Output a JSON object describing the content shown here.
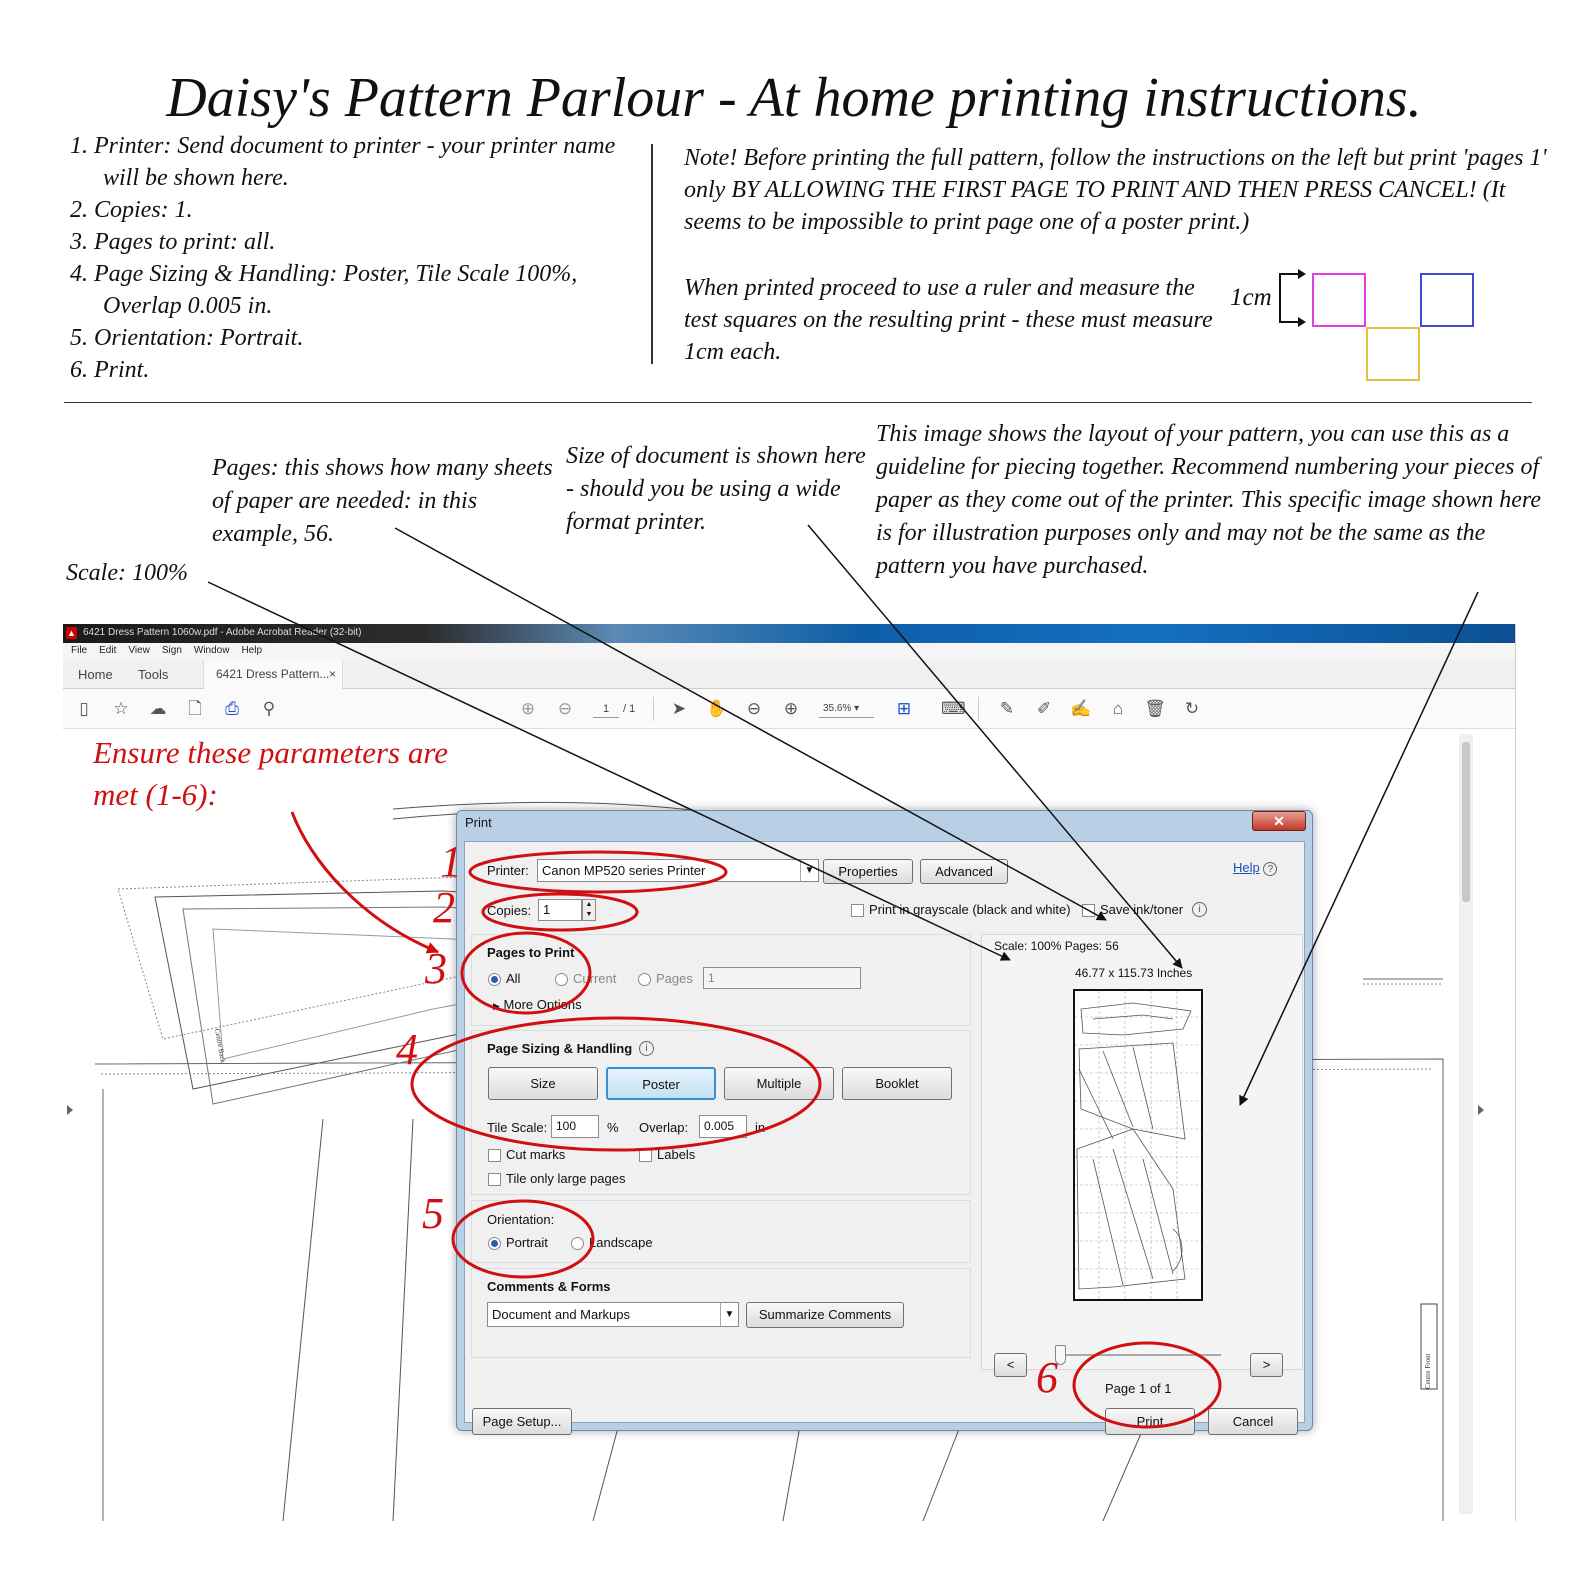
{
  "title": "Daisy's Pattern Parlour - At home printing instructions.",
  "instructions": [
    "1.  Printer: Send document to printer - your printer name will be shown here.",
    "2. Copies: 1.",
    "3. Pages to print: all.",
    "4. Page Sizing & Handling: Poster, Tile Scale 100%, Overlap 0.005 in.",
    "5. Orientation: Portrait.",
    "6. Print."
  ],
  "note": "Note! Before printing the full pattern, follow the instructions on the left but print 'pages 1' only BY ALLOWING THE FIRST PAGE TO PRINT AND THEN PRESS CANCEL!  (It seems to be impossible to print page one of a poster print.)",
  "measure": "When printed proceed to use a ruler and measure the test squares on the resulting print - these must measure 1cm each.",
  "cm_label": "1cm",
  "colors": {
    "square_magenta": "#e040e0",
    "square_blue": "#4848d8",
    "square_yellow": "#e8c040",
    "annotation_red": "#d01010"
  },
  "annotations": {
    "pages": "Pages: this shows how many sheets of paper are needed: in this example, 56.",
    "size": "Size of document is shown here - should you be using a wide format printer.",
    "layout": "This image shows the layout of your pattern, you can use this as a guideline for piecing together.  Recommend numbering your pieces of paper as they come out of the printer.  This specific image shown here is for illustration purposes only and may not be the same as the pattern you have purchased.",
    "scale": "Scale: 100%",
    "ensure": "Ensure these parameters are met (1-6):"
  },
  "app": {
    "window_title": "6421 Dress Pattern 1060w.pdf - Adobe Acrobat Reader (32-bit)",
    "menu": [
      "File",
      "Edit",
      "View",
      "Sign",
      "Window",
      "Help"
    ],
    "tabs": {
      "home": "Home",
      "tools": "Tools",
      "doc": "6421 Dress Pattern...",
      "close": "×"
    },
    "page_current": "1",
    "page_total": "/ 1",
    "zoom": "35.6%",
    "icons": [
      "save-icon",
      "star-icon",
      "upload-icon",
      "document-icon",
      "printer-icon",
      "zoom-icon",
      "page-up-icon",
      "page-down-icon",
      "pointer-icon",
      "hand-icon",
      "zoom-out-icon",
      "zoom-in-icon",
      "fit-page-icon",
      "keyboard-icon",
      "comment-icon",
      "pen-icon",
      "sign-icon",
      "stamp-icon",
      "trash-icon",
      "rotate-icon"
    ]
  },
  "dialog": {
    "title": "Print",
    "close": "✕",
    "help": "Help",
    "printer_label": "Printer:",
    "printer_value": "Canon MP520 series Printer",
    "properties": "Properties",
    "advanced": "Advanced",
    "copies_label": "Copies:",
    "copies_value": "1",
    "grayscale": "Print in grayscale (black and white)",
    "save_ink": "Save ink/toner",
    "pages_to_print": "Pages to Print",
    "all": "All",
    "current": "Current",
    "pages": "Pages",
    "pages_value": "1",
    "more_options": "More Options",
    "sizing_title": "Page Sizing & Handling",
    "size_btn": "Size",
    "poster_btn": "Poster",
    "multiple_btn": "Multiple",
    "booklet_btn": "Booklet",
    "tile_scale_label": "Tile Scale:",
    "tile_scale_value": "100",
    "percent": "%",
    "overlap_label": "Overlap:",
    "overlap_value": "0.005",
    "overlap_unit": "in",
    "cut_marks": "Cut marks",
    "labels": "Labels",
    "tile_large": "Tile only large pages",
    "orientation": "Orientation:",
    "portrait": "Portrait",
    "landscape": "Landscape",
    "comments_forms": "Comments & Forms",
    "comments_value": "Document and Markups",
    "summarize": "Summarize Comments",
    "scale_pages": "Scale: 100% Pages: 56",
    "doc_size": "46.77 x 115.73 Inches",
    "prev": "<",
    "next": ">",
    "page_of": "Page 1 of 1",
    "page_setup": "Page Setup...",
    "print": "Print",
    "cancel": "Cancel"
  },
  "step_numbers": [
    "1",
    "2",
    "3",
    "4",
    "5",
    "6"
  ],
  "pattern_labels": {
    "centre_back": "Centre Back",
    "centre_front": "Centre Front"
  }
}
